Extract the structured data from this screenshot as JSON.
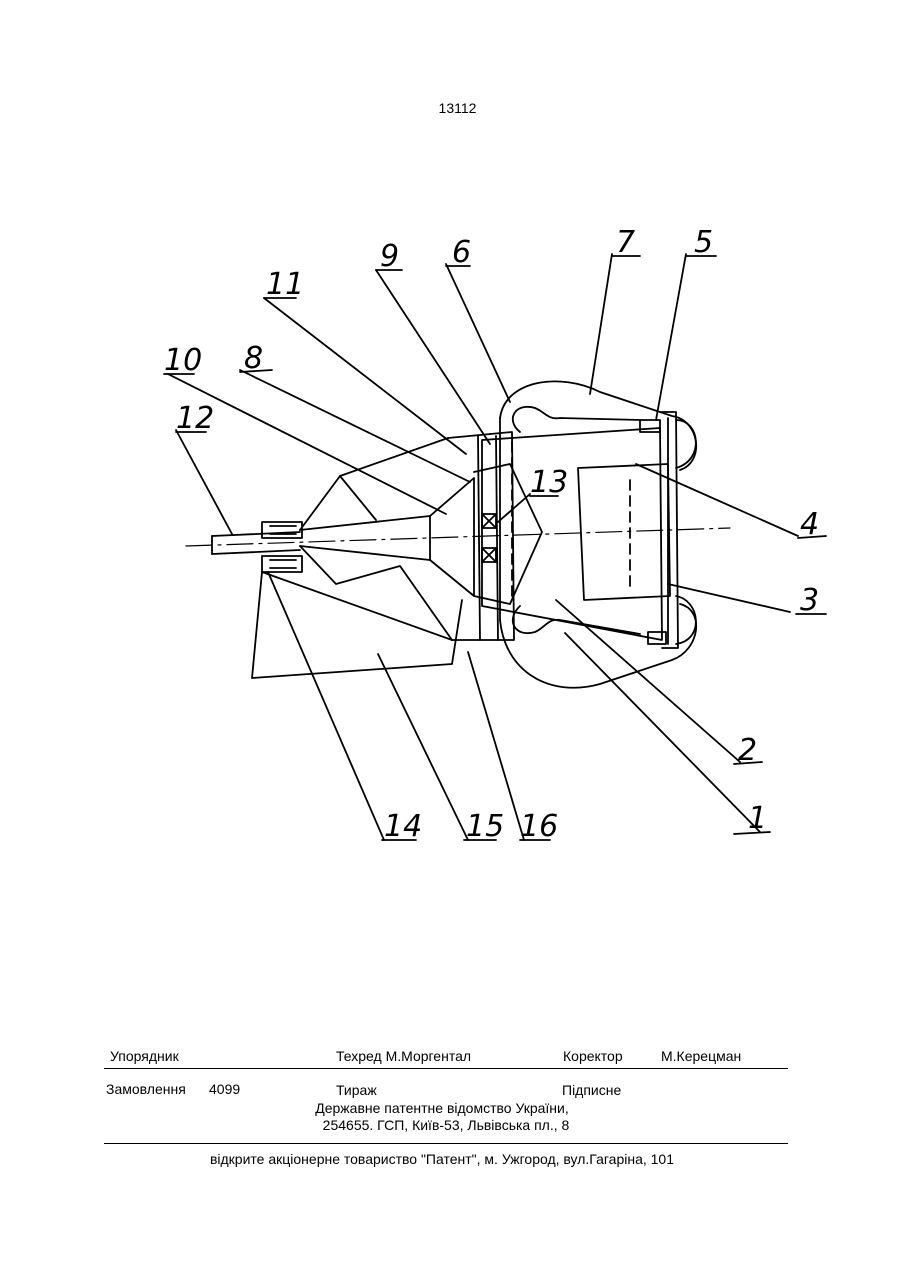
{
  "page_number": "13112",
  "figure": {
    "callouts": [
      "1",
      "2",
      "3",
      "4",
      "5",
      "6",
      "7",
      "8",
      "9",
      "10",
      "11",
      "12",
      "13",
      "14",
      "15",
      "16"
    ]
  },
  "footer": {
    "row1": {
      "compiler_label": "Упорядник",
      "techred": "Техред М.Моргентал",
      "corrector_label": "Коректор",
      "corrector_name": "М.Керецман"
    },
    "row2": {
      "order_label": "Замовлення",
      "order_number": "4099",
      "circulation_label": "Тираж",
      "subscription_label": "Підписне"
    },
    "office_line1": "Державне патентне відомство України,",
    "office_line2": "254655. ГСП, Київ-53, Львівська пл., 8",
    "publisher": "відкрите акціонерне товариство \"Патент\", м. Ужгород, вул.Гагаріна, 101"
  }
}
